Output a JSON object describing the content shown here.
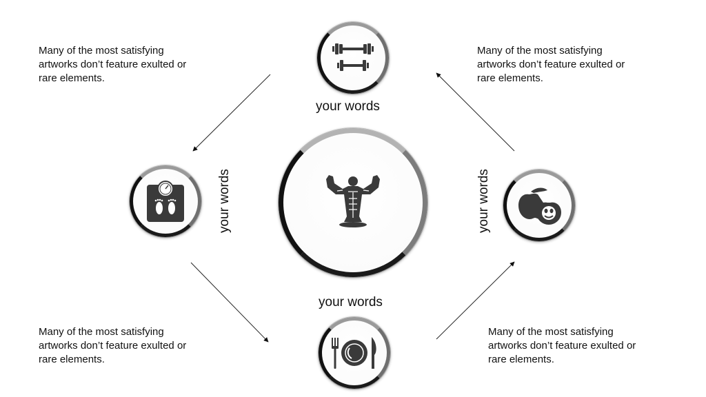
{
  "labels": {
    "top": "your words",
    "bottom": "your words",
    "left": "your words",
    "right": "your words"
  },
  "texts": {
    "top_left": [
      "Many of the most satisfying",
      "artworks don’t feature exulted or",
      "rare elements."
    ],
    "top_right": [
      "Many of the most satisfying",
      "artworks don’t feature exulted or",
      "rare elements."
    ],
    "bottom_left": [
      "Many of the most satisfying",
      "artworks don’t feature exulted or",
      "rare elements."
    ],
    "bottom_right": [
      "Many of the most satisfying",
      "artworks don’t feature exulted or",
      "rare elements."
    ]
  },
  "icons": {
    "center": "bodybuilder-icon",
    "top": "dumbbell-icon",
    "left": "bathroom-scale-icon",
    "right": "apple-icon",
    "bottom": "plate-cutlery-icon"
  },
  "colors": {
    "icon": "#3a3a3a",
    "text": "#111111",
    "ring": "#2a2a2a"
  }
}
